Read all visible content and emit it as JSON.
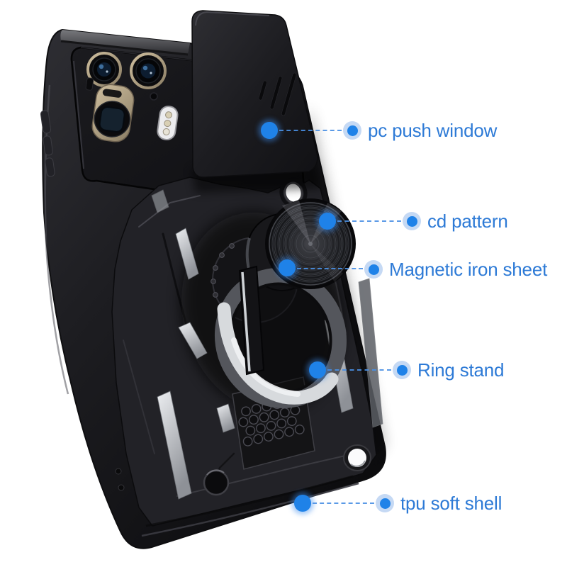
{
  "image_type": "annotated product photo",
  "product": {
    "name": "rugged phone case with slide camera cover and ring stand",
    "colors": {
      "case_body": "#1b1b1e",
      "slide_cover": "#232327",
      "lens_ring_gold": "#b3a486",
      "silver_accent": "#c9ccd1",
      "cd_disc": "#1a1b1e",
      "metal_ring": "#d7dadd"
    }
  },
  "callouts": [
    {
      "id": "pc-push-window",
      "label": "pc push window"
    },
    {
      "id": "cd-pattern",
      "label": "cd pattern"
    },
    {
      "id": "magnetic-iron-sheet",
      "label": "Magnetic iron sheet"
    },
    {
      "id": "ring-stand",
      "label": "Ring stand"
    },
    {
      "id": "tpu-soft-shell",
      "label": "tpu soft shell"
    }
  ],
  "style": {
    "label_color": "#2d7ad6",
    "dot_color": "#1f82e8",
    "halo_color": "rgba(150,185,235,0.55)",
    "line_color": "#4a90e4",
    "background": "#ffffff"
  }
}
